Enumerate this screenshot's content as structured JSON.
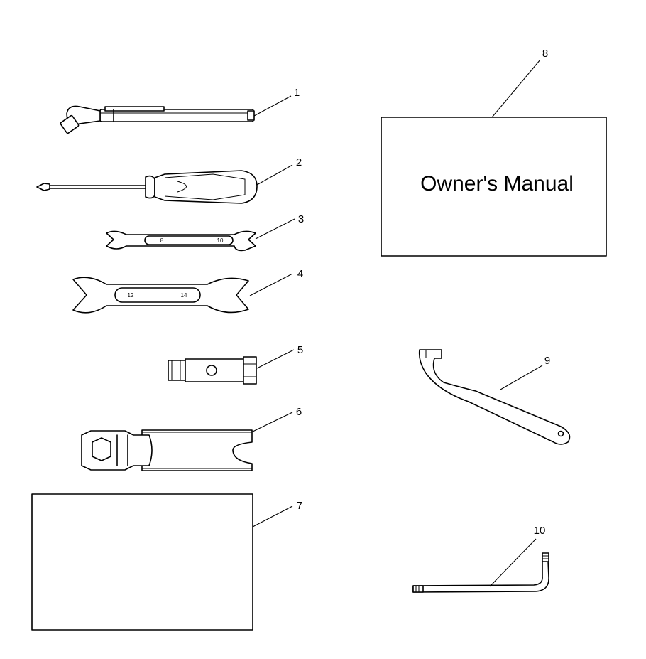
{
  "diagram": {
    "parts": [
      {
        "number": "1",
        "icon": "tire-gauge-icon"
      },
      {
        "number": "2",
        "icon": "screwdriver-icon"
      },
      {
        "number": "3",
        "icon": "wrench-8-10-icon",
        "markings": [
          "8",
          "10"
        ]
      },
      {
        "number": "4",
        "icon": "wrench-12-14-icon",
        "markings": [
          "12",
          "14"
        ]
      },
      {
        "number": "5",
        "icon": "socket-icon"
      },
      {
        "number": "6",
        "icon": "spark-plug-wrench-icon"
      },
      {
        "number": "7",
        "icon": "blank-card-icon"
      },
      {
        "number": "8",
        "icon": "owners-manual-icon",
        "label": "Owner's Manual"
      },
      {
        "number": "9",
        "icon": "spanner-hook-icon"
      },
      {
        "number": "10",
        "icon": "hex-key-icon"
      }
    ]
  }
}
